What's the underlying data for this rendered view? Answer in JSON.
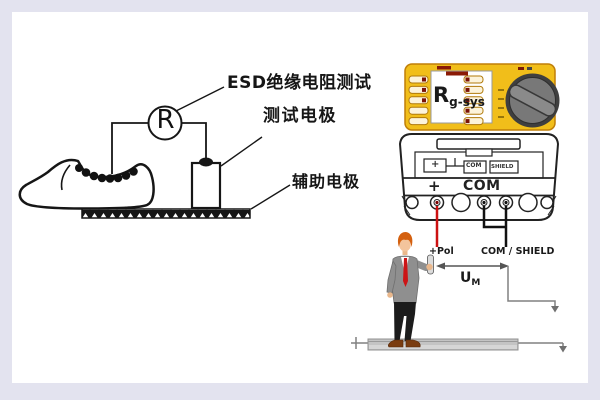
{
  "left_diagram": {
    "resistance_symbol": "R",
    "esd_test_label": "ESD绝缘电阻测试",
    "test_electrode_label": "测试电极",
    "aux_electrode_label": "辅助电极"
  },
  "device": {
    "brand_main": "R",
    "brand_sub": "g-sys"
  },
  "terminal_panel": {
    "plus_label": "+",
    "com_label": "COM",
    "schematic_plus": "+",
    "schematic_com": "COM",
    "schematic_shield": "SHIELD"
  },
  "wiring": {
    "pol_label": "+Pol",
    "com_shield_label": "COM / SHIELD",
    "voltage_symbol": "U",
    "voltage_subscript": "M"
  },
  "colors": {
    "page_border": "#e3e3ef",
    "canvas": "#ffffff",
    "line_art": "#1a1a1a",
    "device_yellow": "#f1be1a",
    "device_edge": "#c07f08",
    "knob_gray": "#787878",
    "wire_red": "#cc1111",
    "wire_black": "#1a1a1a",
    "floor_gray": "#c4c4c4",
    "ground_line_gray": "#808080"
  }
}
